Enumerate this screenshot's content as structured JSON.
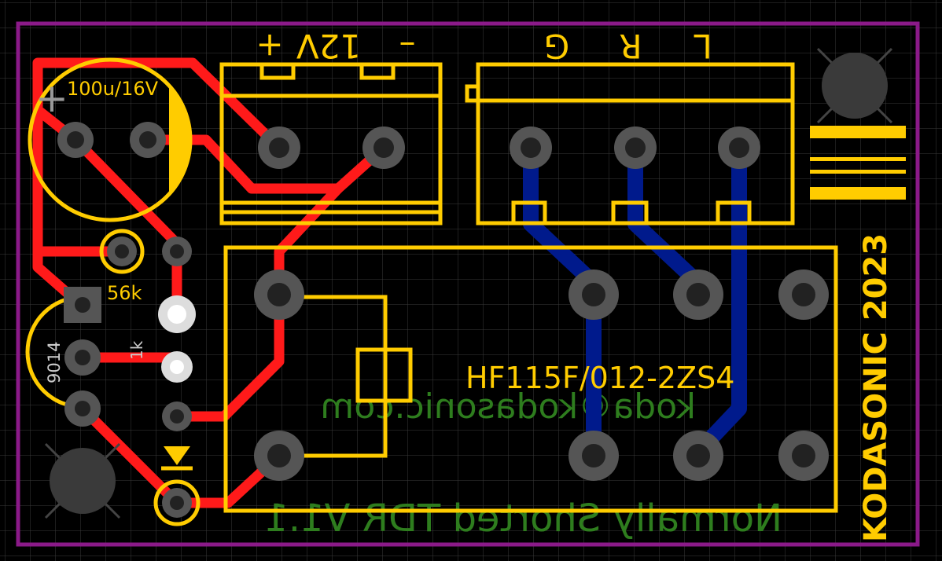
{
  "colors": {
    "background": "#000000",
    "grid": "#3a3a3a",
    "outline": "#8b1a89",
    "silkscreen": "#ffcc00",
    "top_copper": "#ff1a1a",
    "bottom_copper": "#001a8c",
    "pad": "#555555",
    "bottom_silk": "#2e7d1e",
    "white_label": "#cccccc"
  },
  "labels": {
    "power_plus": "+",
    "power_voltage": "12V",
    "power_minus": "–",
    "audio_g": "G",
    "audio_r": "R",
    "audio_l": "L",
    "capacitor_value": "100u/16V",
    "cap_polarity": "+",
    "resistor_56k": "56k",
    "resistor_1k": "1k",
    "transistor": "9014",
    "relay_part": "HF115F/012-2ZS4",
    "brand_year": "KODASONIC 2023",
    "email_mirrored": "koda©kodasonic.com",
    "project_mirrored": "Normally Shorted TDR V1.1"
  }
}
